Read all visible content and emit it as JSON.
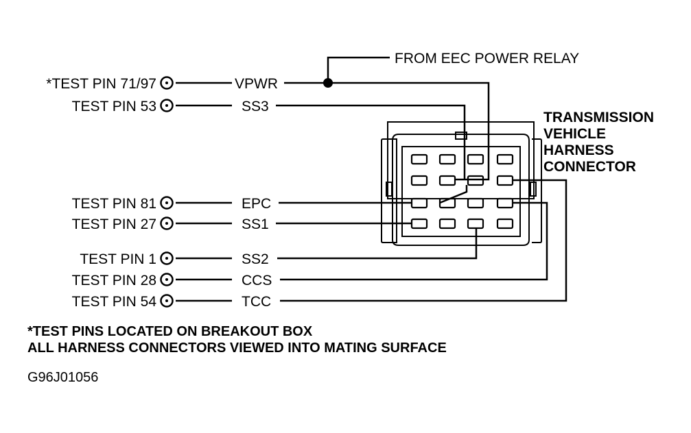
{
  "relay_label": "FROM EEC POWER RELAY",
  "connector_title": [
    "TRANSMISSION",
    "VEHICLE",
    "HARNESS",
    "CONNECTOR"
  ],
  "pins": [
    {
      "test_pin": "*TEST PIN 71/97",
      "circuit": "VPWR"
    },
    {
      "test_pin": "TEST PIN 53",
      "circuit": "SS3"
    },
    {
      "test_pin": "TEST PIN 81",
      "circuit": "EPC"
    },
    {
      "test_pin": "TEST PIN 27",
      "circuit": "SS1"
    },
    {
      "test_pin": "TEST PIN 1",
      "circuit": "SS2"
    },
    {
      "test_pin": "TEST PIN 28",
      "circuit": "CCS"
    },
    {
      "test_pin": "TEST PIN 54",
      "circuit": "TCC"
    }
  ],
  "notes": {
    "line1": "*TEST PINS LOCATED ON BREAKOUT BOX",
    "line2": "ALL HARNESS CONNECTORS VIEWED INTO MATING SURFACE"
  },
  "figure_id": "G96J01056"
}
